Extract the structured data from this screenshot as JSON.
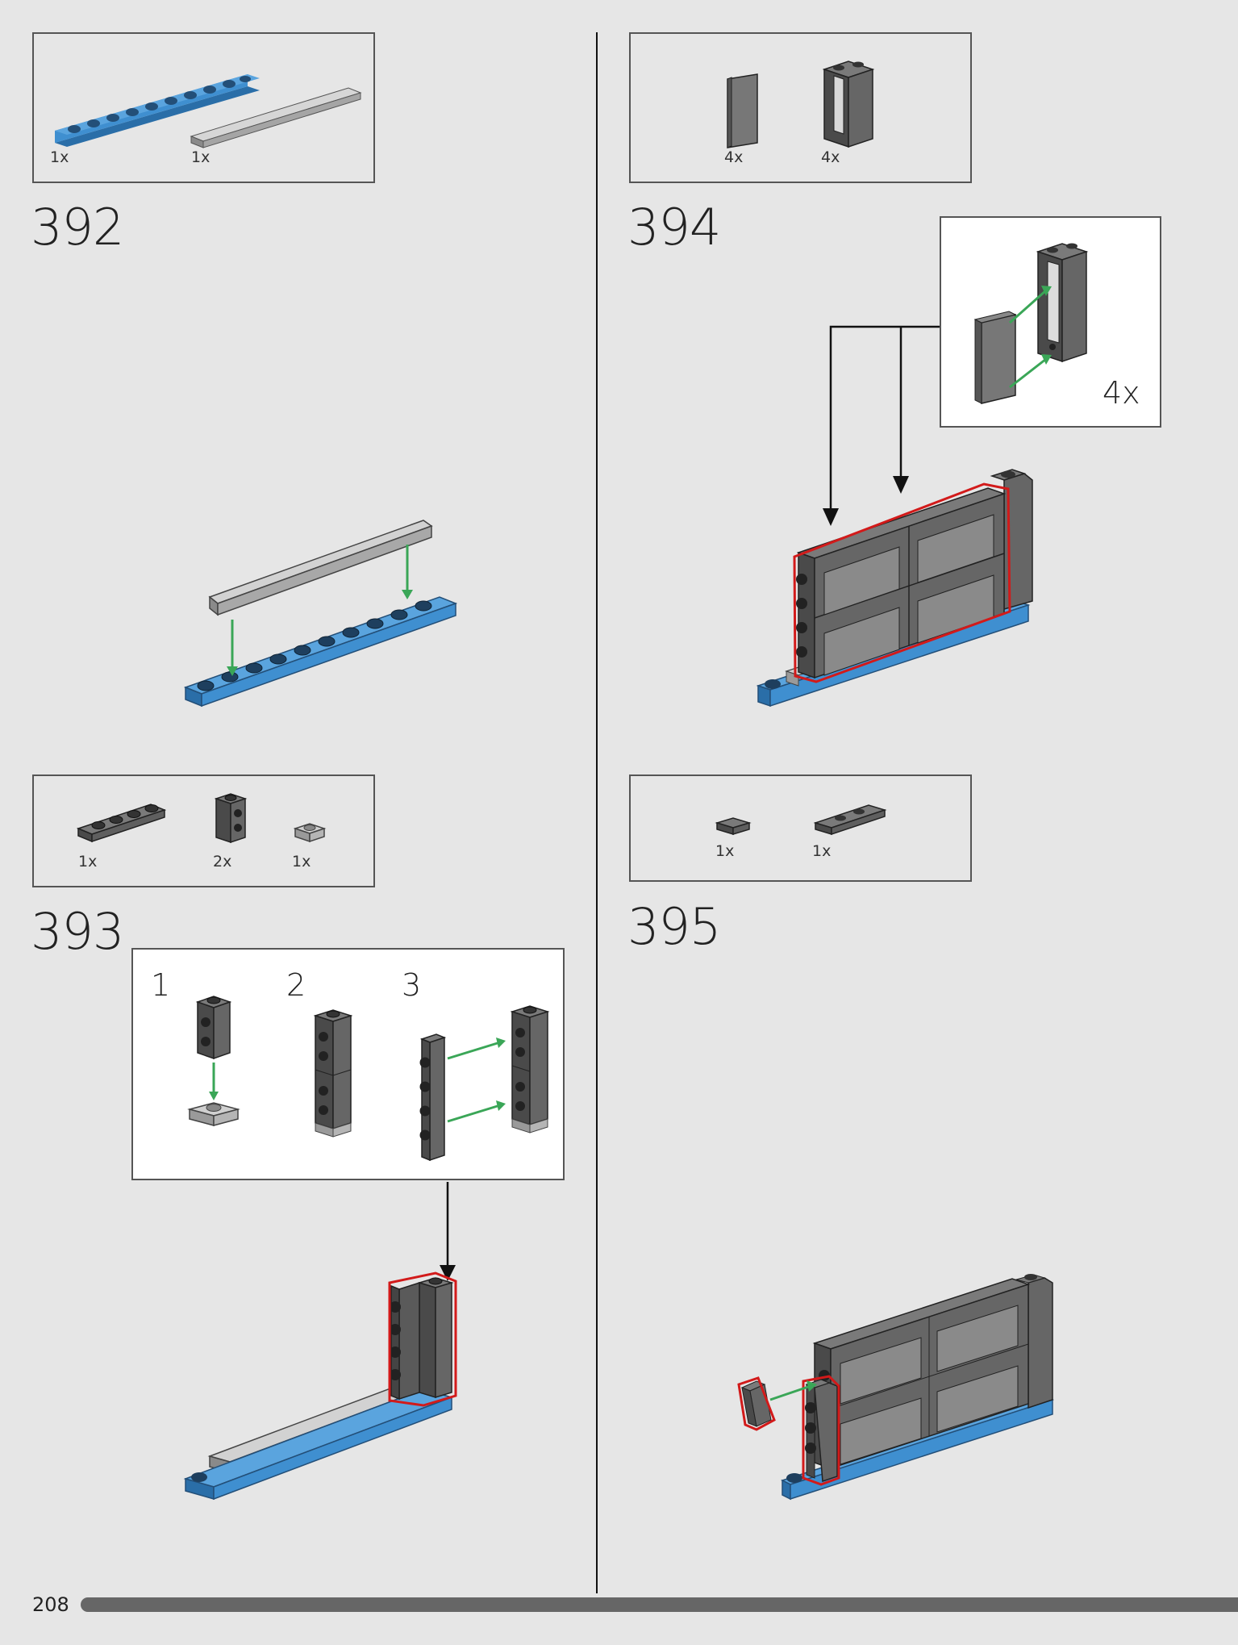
{
  "page_number": "208",
  "steps": {
    "s392": {
      "number": "392",
      "parts": [
        {
          "qty": "1x",
          "name": "blue-plate-1x10"
        },
        {
          "qty": "1x",
          "name": "gray-tile-1x10"
        }
      ]
    },
    "s393": {
      "number": "393",
      "parts": [
        {
          "qty": "1x",
          "name": "gray-plate-1x4"
        },
        {
          "qty": "2x",
          "name": "gray-brick-1x1-studs-side"
        },
        {
          "qty": "1x",
          "name": "light-gray-plate-1x1"
        }
      ],
      "substeps": [
        "1",
        "2",
        "3"
      ]
    },
    "s394": {
      "number": "394",
      "parts": [
        {
          "qty": "4x",
          "name": "trans-black-glass-pane"
        },
        {
          "qty": "4x",
          "name": "gray-window-frame-1x2x3"
        }
      ],
      "callout_qty": "4x"
    },
    "s395": {
      "number": "395",
      "parts": [
        {
          "qty": "1x",
          "name": "gray-tile-1x1"
        },
        {
          "qty": "1x",
          "name": "gray-plate-1x3-jumper"
        }
      ]
    }
  },
  "colors": {
    "blue": "#3f8fd0",
    "dark_gray": "#5f5f5f",
    "light_gray": "#b5b5b5",
    "highlight": "#d21a1a",
    "arrow_green": "#3aa657",
    "arrow_black": "#111111"
  }
}
